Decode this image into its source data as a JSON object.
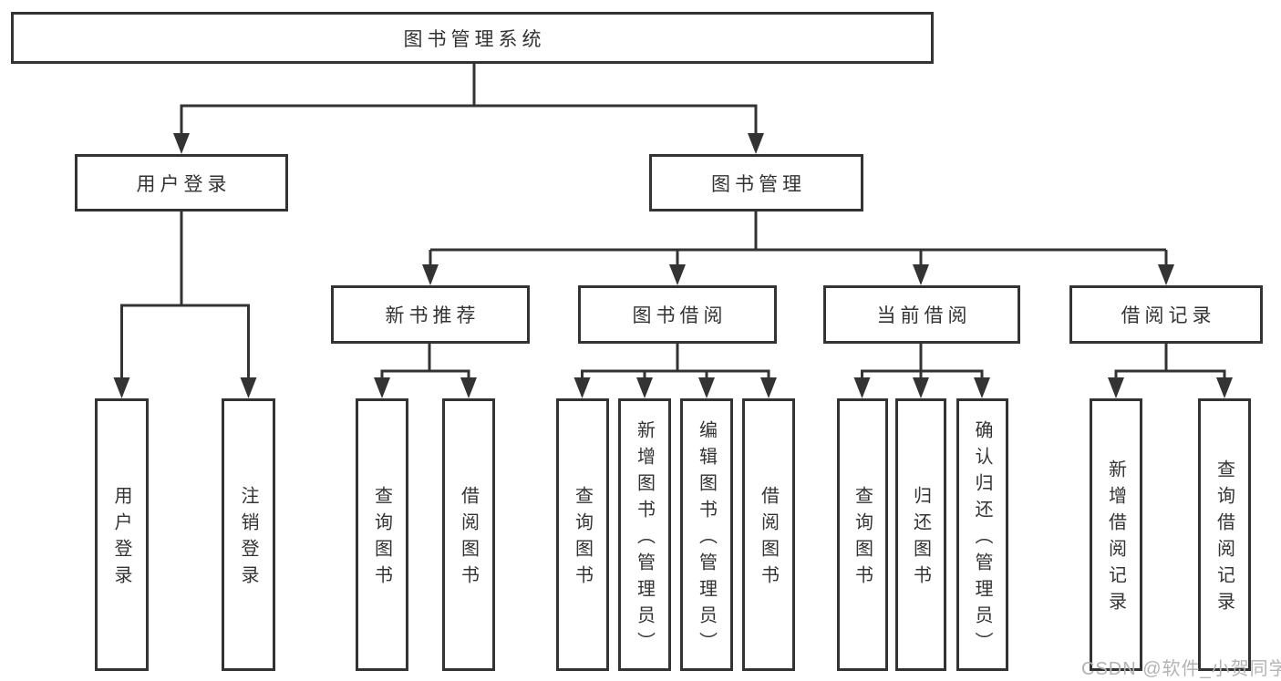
{
  "diagram": {
    "root": "图书管理系统",
    "level2": [
      "用户登录",
      "图书管理"
    ],
    "level3": [
      "新书推荐",
      "图书借阅",
      "当前借阅",
      "借阅记录"
    ],
    "leaves": [
      "用户登录",
      "注销登录",
      "查询图书",
      "借阅图书",
      "查询图书",
      "新增图书（管理员）",
      "编辑图书（管理员）",
      "借阅图书",
      "查询图书",
      "归还图书",
      "确认归还（管理员）",
      "新增借阅记录",
      "查询借阅记录"
    ]
  },
  "watermark": "CSDN @软件_小贺同学",
  "colors": {
    "line": "#333333",
    "box_border": "#333333",
    "text": "#333333",
    "watermark": "#b3b3b3",
    "background": "#ffffff"
  }
}
